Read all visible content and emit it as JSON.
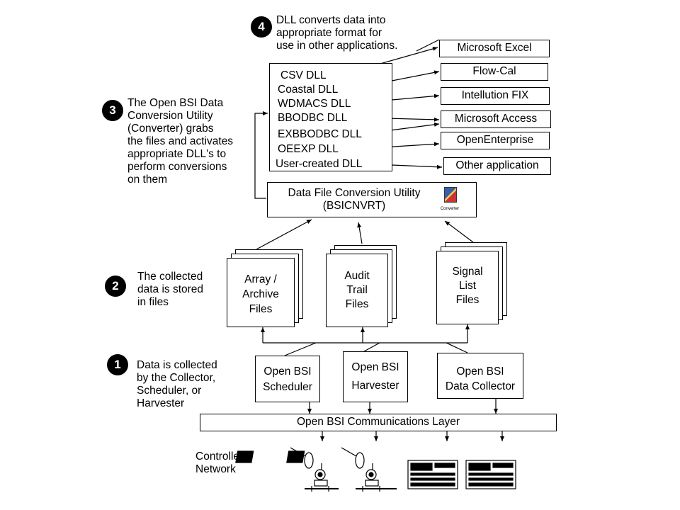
{
  "steps": [
    {
      "number": "1",
      "lines": [
        "Data is collected",
        "by the Collector,",
        "Scheduler, or",
        "Harvester"
      ]
    },
    {
      "number": "2",
      "lines": [
        "The collected",
        "data is stored",
        "in files"
      ]
    },
    {
      "number": "3",
      "lines": [
        "The Open BSI Data",
        "Conversion Utility",
        "(Converter) grabs",
        "the files and activates",
        "appropriate DLL's to",
        "perform conversions",
        "on them"
      ]
    },
    {
      "number": "4",
      "lines": [
        "DLL converts data into",
        "appropriate format for",
        "use in other applications."
      ]
    }
  ],
  "dlls": [
    "CSV DLL",
    "Coastal DLL",
    "WDMACS DLL",
    "BBODBC DLL",
    "EXBBODBC DLL",
    "OEEXP DLL",
    "User-created DLL"
  ],
  "applications": [
    "Microsoft Excel",
    "Flow-Cal",
    "Intellution FIX",
    "Microsoft Access",
    "OpenEnterprise",
    "Other application"
  ],
  "converter": {
    "line1": "Data File Conversion Utility",
    "line2": "(BSICNVRT)",
    "icon_label": "Converter"
  },
  "files": [
    {
      "lines": [
        "Array /",
        "Archive",
        "Files"
      ]
    },
    {
      "lines": [
        "Audit",
        "Trail",
        "Files"
      ]
    },
    {
      "lines": [
        "Signal",
        "List",
        "Files"
      ]
    }
  ],
  "collectors": [
    {
      "lines": [
        "Open BSI",
        "Scheduler"
      ]
    },
    {
      "lines": [
        "Open BSI",
        "Harvester"
      ]
    },
    {
      "lines": [
        "Open BSI",
        "Data Collector"
      ]
    }
  ],
  "comm_layer": "Open BSI Communications Layer",
  "controller_network": [
    "Controller",
    "Network"
  ]
}
